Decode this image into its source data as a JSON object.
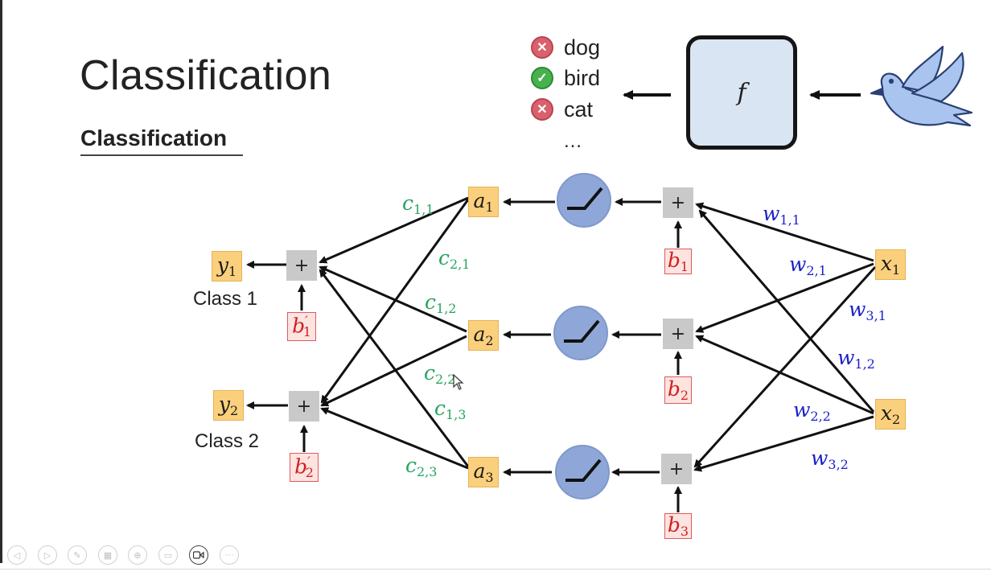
{
  "slide": {
    "title": "Classification",
    "subtitle": "Classification"
  },
  "classes": [
    {
      "label": "dog",
      "status": "wrong",
      "icon": "x-circle-icon"
    },
    {
      "label": "bird",
      "status": "correct",
      "icon": "check-circle-icon"
    },
    {
      "label": "cat",
      "status": "wrong",
      "icon": "x-circle-icon"
    }
  ],
  "classes_more": "…",
  "function_label": "f",
  "network": {
    "outputs": [
      {
        "var": "y",
        "sub": "1",
        "class_name": "Class 1",
        "bias": "b",
        "bias_prime": "′",
        "bias_sub": "1"
      },
      {
        "var": "y",
        "sub": "2",
        "class_name": "Class 2",
        "bias": "b",
        "bias_prime": "′",
        "bias_sub": "2"
      }
    ],
    "hidden": [
      {
        "var": "a",
        "sub": "1",
        "bias": "b",
        "bias_sub": "1"
      },
      {
        "var": "a",
        "sub": "2",
        "bias": "b",
        "bias_sub": "2"
      },
      {
        "var": "a",
        "sub": "3",
        "bias": "b",
        "bias_sub": "3"
      }
    ],
    "inputs": [
      {
        "var": "x",
        "sub": "1"
      },
      {
        "var": "x",
        "sub": "2"
      }
    ],
    "plus": "+",
    "c_weights": [
      {
        "var": "c",
        "sub": "1,1"
      },
      {
        "var": "c",
        "sub": "2,1"
      },
      {
        "var": "c",
        "sub": "1,2"
      },
      {
        "var": "c",
        "sub": "2,2"
      },
      {
        "var": "c",
        "sub": "1,3"
      },
      {
        "var": "c",
        "sub": "2,3"
      }
    ],
    "w_weights": [
      {
        "var": "w",
        "sub": "1,1"
      },
      {
        "var": "w",
        "sub": "2,1"
      },
      {
        "var": "w",
        "sub": "3,1"
      },
      {
        "var": "w",
        "sub": "1,2"
      },
      {
        "var": "w",
        "sub": "2,2"
      },
      {
        "var": "w",
        "sub": "3,2"
      }
    ]
  },
  "toolbar": [
    {
      "icon": "previous-icon",
      "active": false
    },
    {
      "icon": "next-icon",
      "active": false
    },
    {
      "icon": "pen-icon",
      "active": false
    },
    {
      "icon": "slides-grid-icon",
      "active": false
    },
    {
      "icon": "zoom-icon",
      "active": false
    },
    {
      "icon": "subtitles-icon",
      "active": false
    },
    {
      "icon": "camera-icon",
      "active": true
    },
    {
      "icon": "more-icon",
      "active": false
    }
  ],
  "colors": {
    "node_yellow": "#fbd07d",
    "bias_red": "#d21e1e",
    "c_green": "#27a35f",
    "w_blue": "#1b1fc8",
    "relu_blue": "#8fa7d8",
    "f_box_fill": "#dae5f3"
  }
}
